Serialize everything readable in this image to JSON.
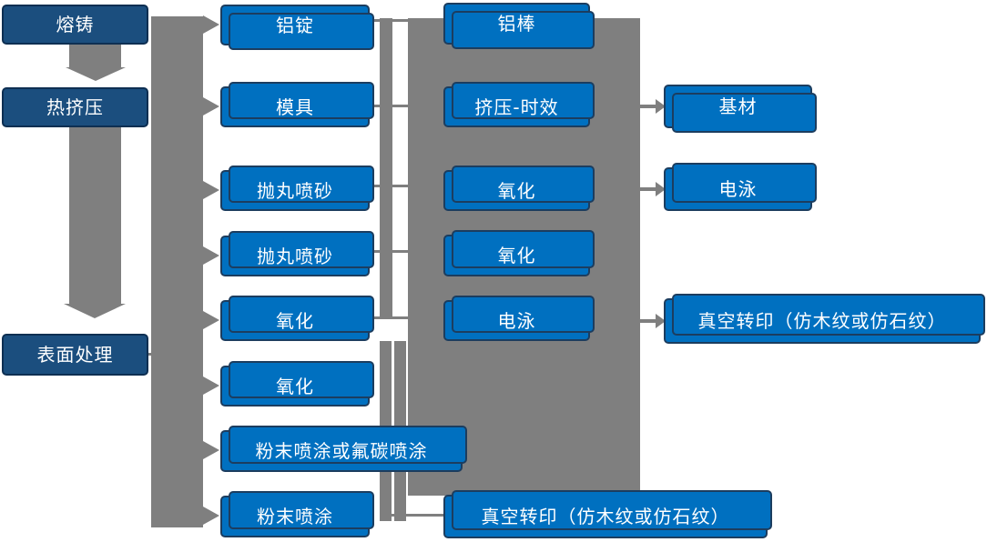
{
  "diagram": {
    "stages": [
      {
        "label": "熔铸"
      },
      {
        "label": "热挤压"
      },
      {
        "label": "表面处理"
      }
    ],
    "col2": [
      {
        "label": "铝锭"
      },
      {
        "label": "模具"
      },
      {
        "label": "抛丸喷砂"
      },
      {
        "label": "抛丸喷砂"
      },
      {
        "label": "氧化"
      },
      {
        "label": "氧化"
      },
      {
        "label": "粉末喷涂或氟碳喷涂"
      },
      {
        "label": "粉末喷涂"
      }
    ],
    "col3": [
      {
        "label": "铝棒"
      },
      {
        "label": "挤压-时效"
      },
      {
        "label": "氧化"
      },
      {
        "label": "氧化"
      },
      {
        "label": "电泳"
      },
      {
        "label": "真空转印（仿木纹或仿石纹）"
      }
    ],
    "col4": [
      {
        "label": "基材"
      },
      {
        "label": "电泳"
      },
      {
        "label": "真空转印（仿木纹或仿石纹）"
      }
    ]
  },
  "colors": {
    "node_fill": "#0070C0",
    "stage_fill": "#1B4E7E",
    "node_border": "#1C3D5F",
    "connector_gray": "#7F7F7F",
    "text": "#FFFFFF"
  }
}
